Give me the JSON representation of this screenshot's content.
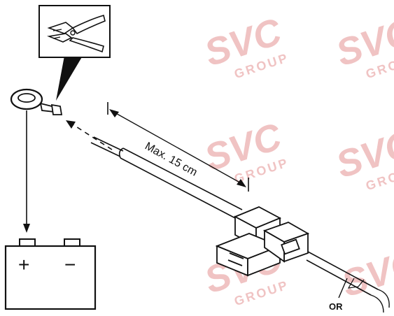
{
  "dimension_label": "Max. 15 cm",
  "wire_label": "OR",
  "battery": {
    "plus": "+",
    "minus": "−"
  },
  "watermark": {
    "brand": "SVC",
    "sub": "GROUP",
    "color": "#e8a0a0"
  },
  "icons": {
    "crimp_tool": "crimping-pliers-icon",
    "ring_terminal": "ring-terminal-icon",
    "battery": "battery-icon",
    "connector": "fuse-connector-icon"
  }
}
